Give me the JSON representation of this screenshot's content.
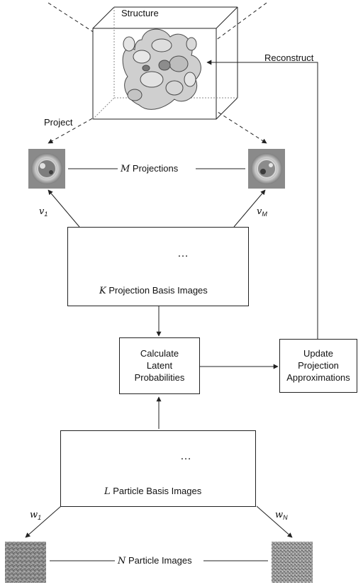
{
  "structure_label": "Structure",
  "reconstruct_label": "Reconstruct",
  "project_label": "Project",
  "projections": {
    "var": "M",
    "text": " Projections"
  },
  "v1": {
    "base": "v",
    "sub": "1"
  },
  "vM": {
    "base": "v",
    "sub": "M"
  },
  "projection_basis": {
    "var": "K",
    "text": " Projection Basis Images",
    "ellipsis": "…"
  },
  "calc": {
    "lines": [
      "Calculate",
      "Latent",
      "Probabilities"
    ]
  },
  "update": {
    "lines": [
      "Update",
      "Projection",
      "Approximations"
    ]
  },
  "particle_basis": {
    "var": "L",
    "text": " Particle Basis Images",
    "ellipsis": "…"
  },
  "w1": {
    "base": "w",
    "sub": "1"
  },
  "wN": {
    "base": "w",
    "sub": "N"
  },
  "particles": {
    "var": "N",
    "text": " Particle Images"
  },
  "colors": {
    "line": "#222222",
    "noise_gray": "#8a8a8a",
    "background": "#ffffff"
  }
}
